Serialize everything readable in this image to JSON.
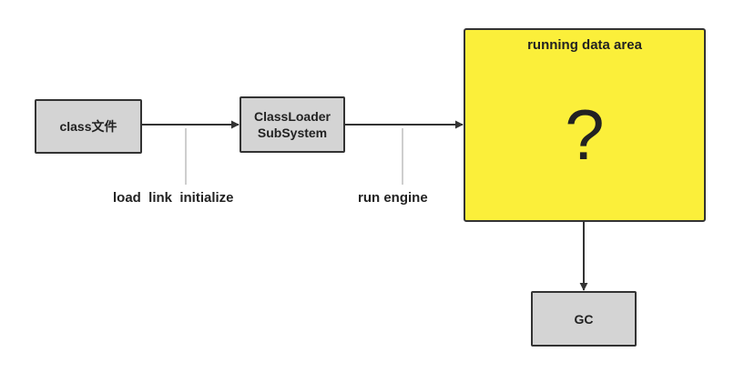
{
  "nodes": {
    "class_file": "class文件",
    "classloader_line1": "ClassLoader",
    "classloader_line2": "SubSystem",
    "runtime_area_title": "running data area",
    "runtime_area_content": "?",
    "gc": "GC"
  },
  "edges": {
    "class_to_loader": "load  link  initialize",
    "loader_to_runtime": "run engine"
  },
  "colors": {
    "box_fill": "#d4d4d4",
    "area_fill": "#fbef3a",
    "stroke": "#333333",
    "leader_line": "#bdbdbd"
  }
}
